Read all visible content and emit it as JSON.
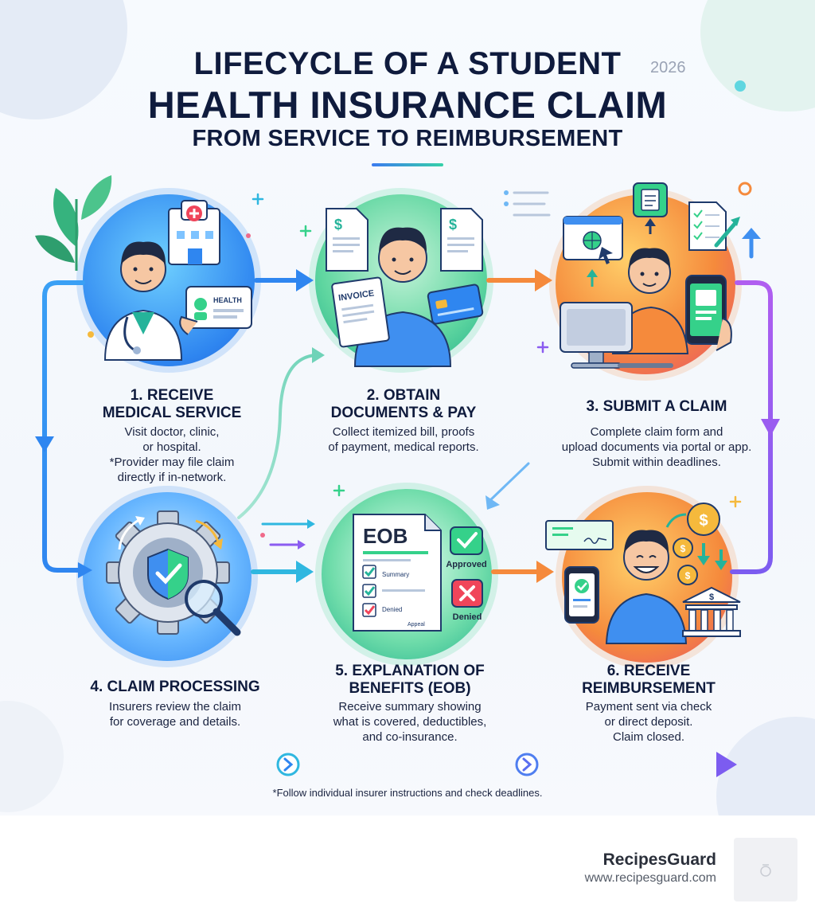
{
  "header": {
    "line1": "LIFECYCLE OF A STUDENT",
    "line2": "HEALTH INSURANCE CLAIM",
    "line3": "FROM SERVICE TO REIMBURSEMENT",
    "year": "2026"
  },
  "steps": [
    {
      "title": "1. RECEIVE\nMEDICAL SERVICE",
      "desc": "Visit doctor, clinic,\nor hospital.\n*Provider may file claim\ndirectly if in-network."
    },
    {
      "title": "2. OBTAIN\nDOCUMENTS & PAY",
      "desc": "Collect itemized bill, proofs\nof payment, medical reports."
    },
    {
      "title": "3. SUBMIT A CLAIM",
      "desc": "Complete claim form and\nupload documents via portal or app.\nSubmit within deadlines."
    },
    {
      "title": "4. CLAIM PROCESSING",
      "desc": "Insurers review the claim\nfor coverage and details."
    },
    {
      "title": "5. EXPLANATION OF\nBENEFITS (EOB)",
      "desc": "Receive summary showing\nwhat is covered, deductibles,\nand co-insurance."
    },
    {
      "title": "6. RECEIVE\nREIMBURSEMENT",
      "desc": "Payment sent via check\nor direct deposit.\nClaim closed."
    }
  ],
  "illustration_text": {
    "health_card": "HEALTH",
    "invoice": "INVOICE",
    "dollar": "$",
    "eob": "EOB",
    "summary": "Summary",
    "denied_line": "Denied",
    "appeal": "Appeal",
    "approved": "Approved",
    "denied": "Denied"
  },
  "footnote": "*Follow individual insurer instructions and check deadlines.",
  "footer": {
    "brand": "RecipesGuard",
    "url": "www.recipesguard.com"
  },
  "colors": {
    "navy": "#0f1b3d",
    "blue": "#2f86f0",
    "green": "#35d18a",
    "orange": "#f58a3c",
    "purple": "#8b5cf0"
  }
}
